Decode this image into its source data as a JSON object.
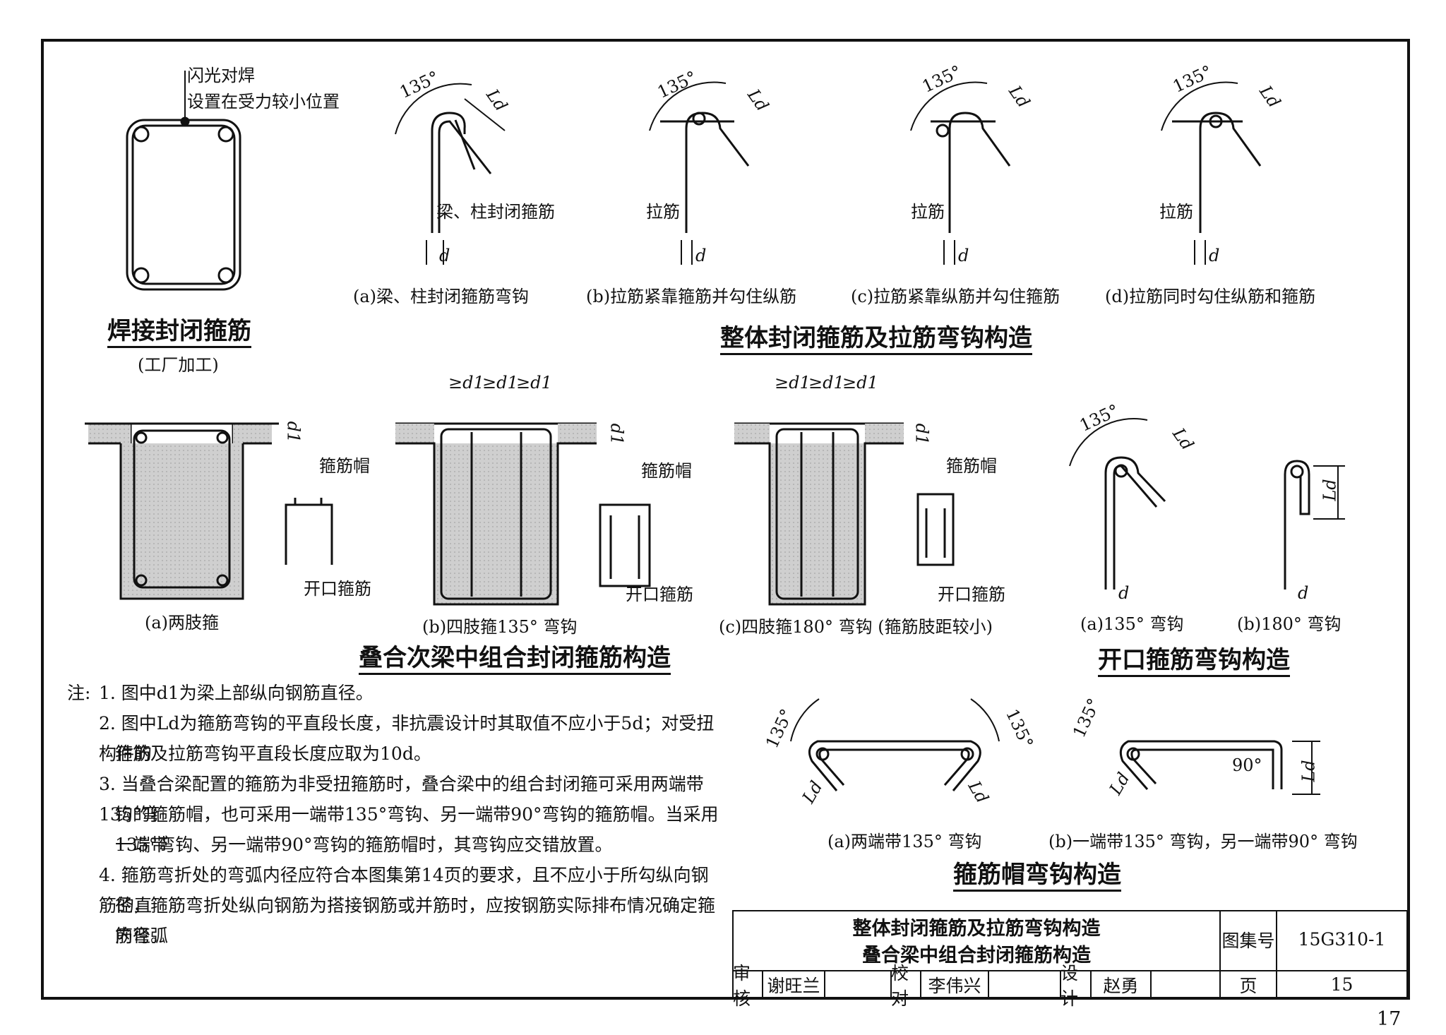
{
  "page_number": "17",
  "welded": {
    "note1": "闪光对焊",
    "note2": "设置在受力较小位置",
    "title": "焊接封闭箍筋",
    "subtitle": "(工厂加工)"
  },
  "integral": {
    "title": "整体封闭箍筋及拉筋弯钩构造",
    "angle": "135°",
    "ld": "Ld",
    "d": "d",
    "label_a": "梁、柱封闭箍筋",
    "label_tie": "拉筋",
    "cap_a": "(a)梁、柱封闭箍筋弯钩",
    "cap_b": "(b)拉筋紧靠箍筋并勾住纵筋",
    "cap_c": "(c)拉筋紧靠纵筋并勾住箍筋",
    "cap_d": "(d)拉筋同时勾住纵筋和箍筋"
  },
  "composite": {
    "title": "叠合次梁中组合封闭箍筋构造",
    "d1": "d1",
    "ge_d1": "≥d1",
    "cap_label": "箍筋帽",
    "open_label": "开口箍筋",
    "cap_a": "(a)两肢箍",
    "cap_b": "(b)四肢箍135° 弯钩",
    "cap_c": "(c)四肢箍180° 弯钩 (箍筋肢距较小)"
  },
  "open_hook": {
    "title": "开口箍筋弯钩构造",
    "angle": "135°",
    "cap_a": "(a)135° 弯钩",
    "cap_b": "(b)180° 弯钩"
  },
  "cap_hook": {
    "title": "箍筋帽弯钩构造",
    "angle90": "90°",
    "cap_a": "(a)两端带135° 弯钩",
    "cap_b": "(b)一端带135° 弯钩，另一端带90° 弯钩"
  },
  "notes": {
    "lead": "注:",
    "n1": "1. 图中d1为梁上部纵向钢筋直径。",
    "n2a": "2. 图中Ld为箍筋弯钩的平直段长度，非抗震设计时其取值不应小于5d；对受扭构件的",
    "n2b": "箍筋及拉筋弯钩平直段长度应取为10d。",
    "n3a": "3. 当叠合梁配置的箍筋为非受扭箍筋时，叠合梁中的组合封闭箍可采用两端带135°弯",
    "n3b": "钩的箍筋帽，也可采用一端带135°弯钩、另一端带90°弯钩的箍筋帽。当采用一端带",
    "n3c": "135°弯钩、另一端带90°弯钩的箍筋帽时，其弯钩应交错放置。",
    "n4a": "4. 箍筋弯折处的弯弧内径应符合本图集第14页的要求，且不应小于所勾纵向钢筋的直",
    "n4b": "径，箍筋弯折处纵向钢筋为搭接钢筋或并筋时，应按钢筋实际排布情况确定箍筋弯弧",
    "n4c": "内径。"
  },
  "title_block": {
    "title1": "整体封闭箍筋及拉筋弯钩构造",
    "title2": "叠合梁中组合封闭箍筋构造",
    "atlas_label": "图集号",
    "atlas_no": "15G310-1",
    "review_label": "审核",
    "reviewer": "谢旺兰",
    "check_label": "校对",
    "checker": "李伟兴",
    "design_label": "设计",
    "designer": "赵勇",
    "page_label": "页",
    "page_no": "15"
  }
}
